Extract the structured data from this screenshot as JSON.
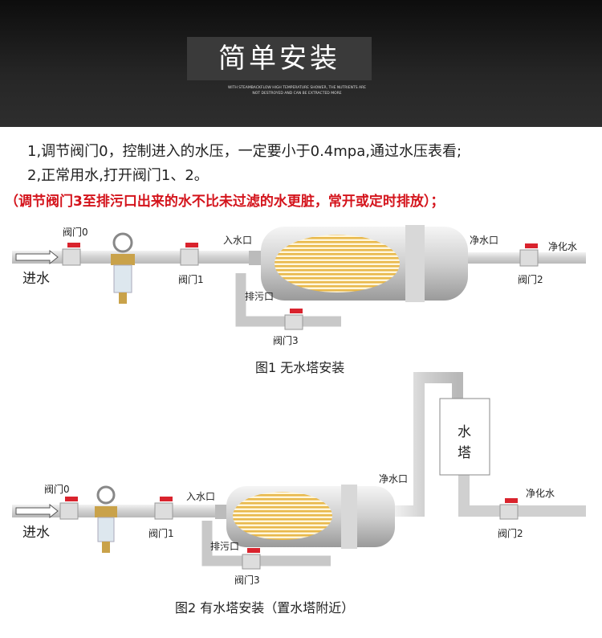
{
  "header": {
    "title": "简单安装",
    "subtitle_line1": "WITH STEAMBACKFLOW HIGH TEMPERATURE SHOWER, THE NUTRIENTS ARE",
    "subtitle_line2": "NOT DESTROYED AND CAN BE EXTRACTED MORE"
  },
  "instructions": [
    "1,调节阀门0，控制进入的水压，一定要小于0.4mpa,通过水压表看;",
    "2,正常用水,打开阀门1、2。",
    "（调节阀门3至排污口出来的水不比未过滤的水更脏，常开或定时排放）；"
  ],
  "figure1": {
    "inlet": "进水",
    "valve0": "阀门0",
    "valve1": "阀门1",
    "valve2": "阀门2",
    "valve3": "阀门3",
    "water_in": "入水口",
    "clean_out": "净水口",
    "purified": "净化水",
    "drain": "排污口",
    "caption": "图1 无水塔安装"
  },
  "figure2": {
    "inlet": "进水",
    "valve0": "阀门0",
    "valve1": "阀门1",
    "valve2": "阀门2",
    "valve3": "阀门3",
    "water_in": "入水口",
    "clean_out": "净水口",
    "purified": "净化水",
    "drain": "排污口",
    "tower": "水塔",
    "caption": "图2 有水塔安装（置水塔附近）"
  },
  "colors": {
    "valve": "#d9232d",
    "filter_core": "#e8b84a",
    "pipe": "#dcdcdc"
  }
}
